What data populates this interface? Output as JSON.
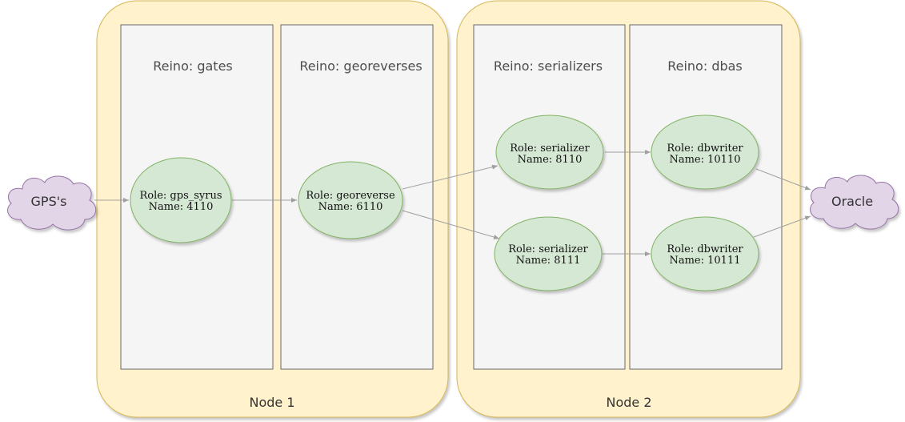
{
  "nodes": [
    {
      "label": "Node 1"
    },
    {
      "label": "Node 2"
    }
  ],
  "realms": [
    {
      "title": "Reino: gates"
    },
    {
      "title": "Reino: georeverses"
    },
    {
      "title": "Reino: serializers"
    },
    {
      "title": "Reino: dbas"
    }
  ],
  "roles": [
    {
      "role": "Role: gps_syrus",
      "name": "Name: 4110"
    },
    {
      "role": "Role: georeverse",
      "name": "Name: 6110"
    },
    {
      "role": "Role: serializer",
      "name": "Name: 8110"
    },
    {
      "role": "Role: serializer",
      "name": "Name: 8111"
    },
    {
      "role": "Role: dbwriter",
      "name": "Name: 10110"
    },
    {
      "role": "Role: dbwriter",
      "name": "Name: 10111"
    }
  ],
  "clouds": [
    {
      "label": "GPS's"
    },
    {
      "label": "Oracle"
    }
  ],
  "colors": {
    "node_fill": "#fff2cc",
    "node_stroke": "#d6b656",
    "realm_fill": "#f5f5f5",
    "realm_stroke": "#666666",
    "role_fill": "#d5e8d4",
    "role_stroke": "#82b366",
    "cloud_fill": "#e1d5e7",
    "cloud_stroke": "#9673a6",
    "edge": "#a0a0a0"
  }
}
